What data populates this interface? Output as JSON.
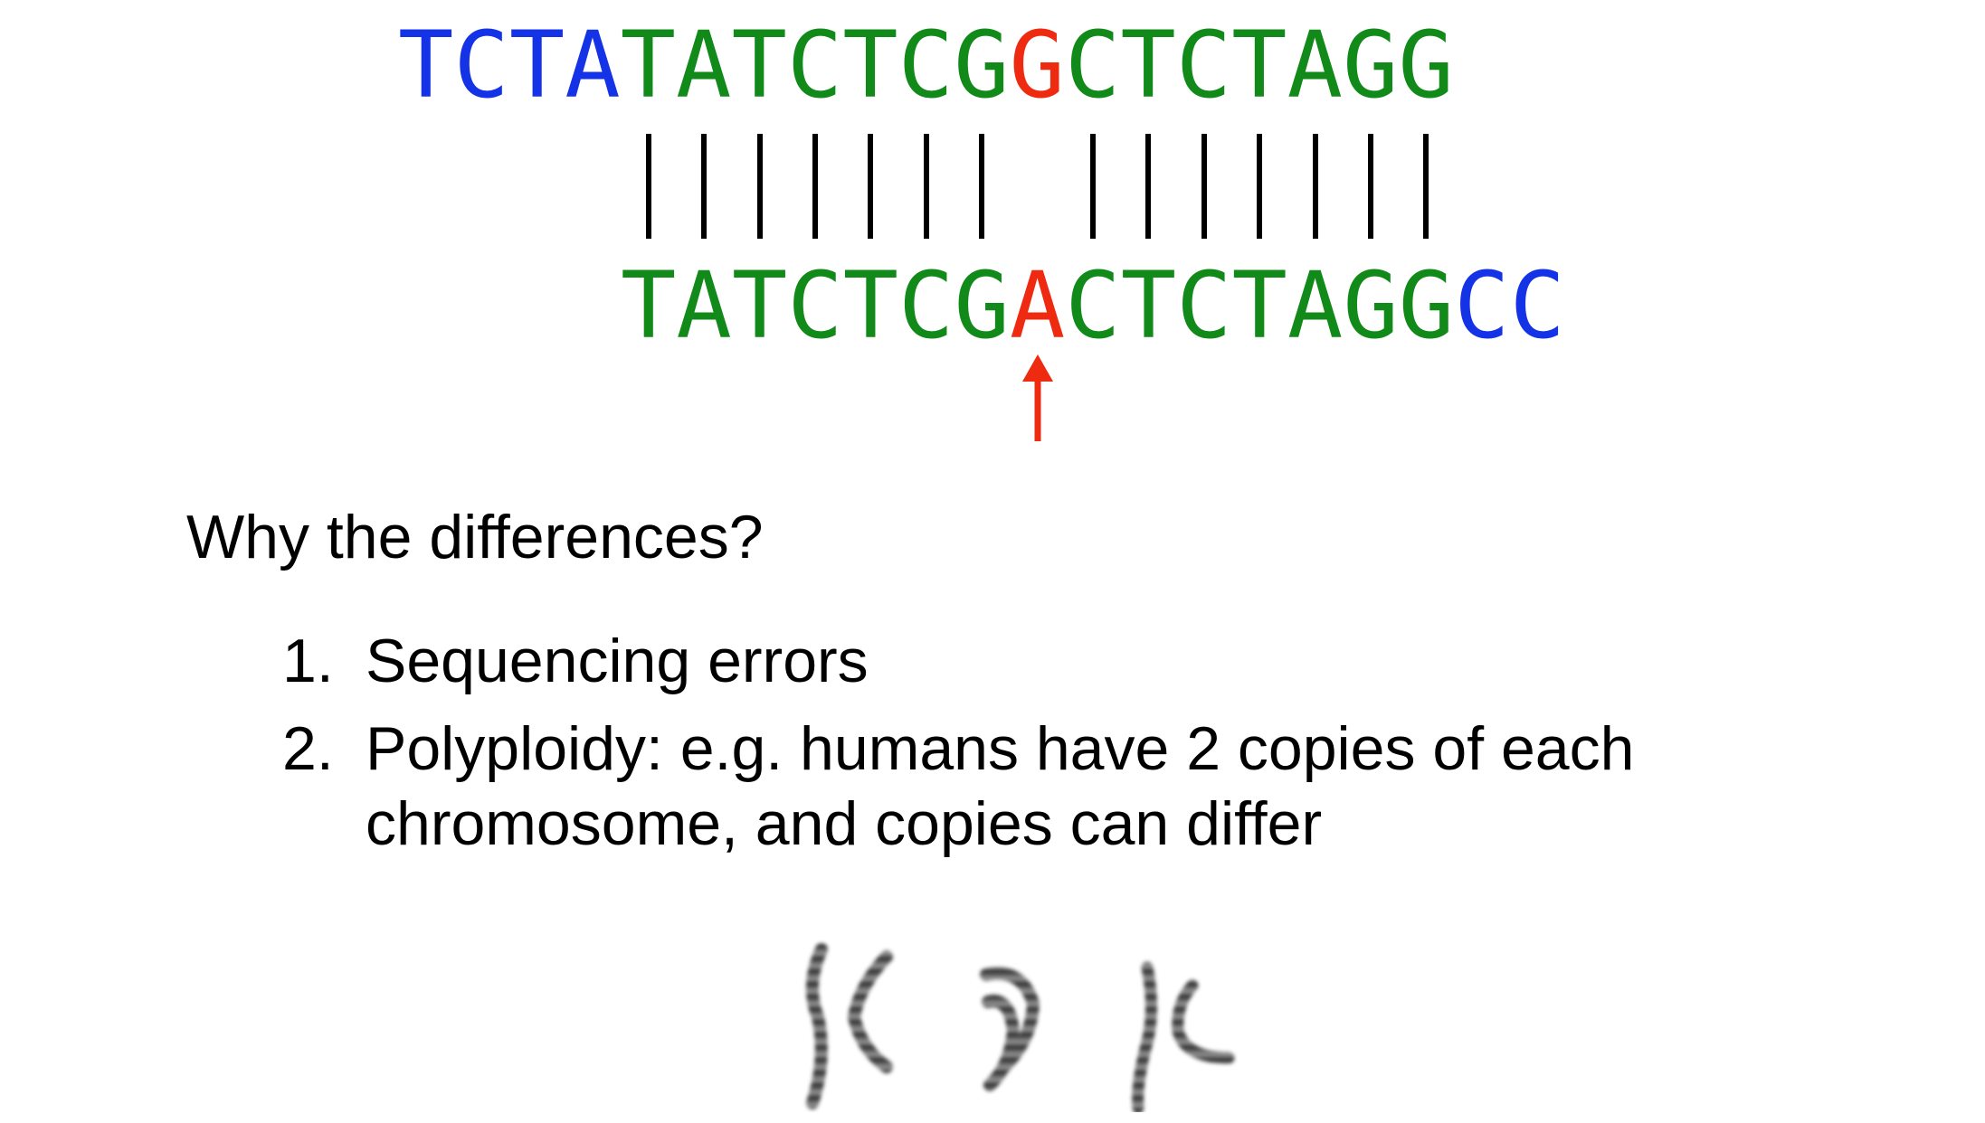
{
  "alignment": {
    "top_sequence": [
      {
        "text": "TCTA",
        "color": "#1432e6"
      },
      {
        "text": "TATCTCG",
        "color": "#118a1a"
      },
      {
        "text": "G",
        "color": "#ee2a10"
      },
      {
        "text": "CTCTAGG",
        "color": "#118a1a"
      }
    ],
    "bottom_sequence": [
      {
        "text": "TATCTCG",
        "color": "#118a1a"
      },
      {
        "text": "A",
        "color": "#ee2a10"
      },
      {
        "text": "CTCTAGG",
        "color": "#118a1a"
      },
      {
        "text": "CC",
        "color": "#1432e6"
      }
    ],
    "match_pattern": "|||||||.|||||||",
    "mismatch_marker_color": "#ee2a10"
  },
  "question": "Why the differences?",
  "reasons": [
    {
      "num": "1.",
      "text": "Sequencing errors"
    },
    {
      "num": "2.",
      "text": "Polyploidy: e.g. humans have 2 copies of each chromosome, and copies can differ"
    }
  ],
  "image": {
    "chromosome_pairs": 3,
    "icon": "chromosome-pair-icons"
  }
}
